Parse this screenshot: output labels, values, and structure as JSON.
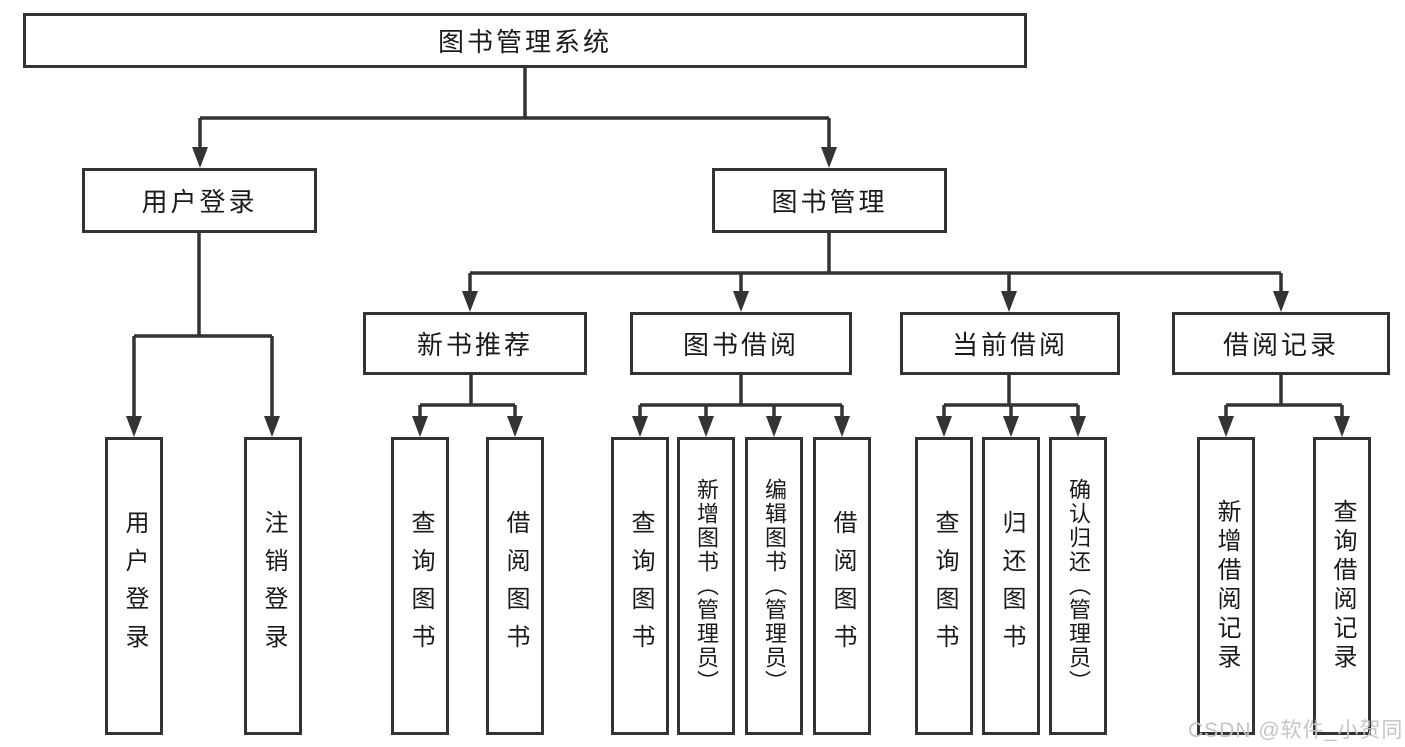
{
  "diagram": {
    "type": "tree",
    "title": "图书管理系统"
  },
  "tree": {
    "label": "图书管理系统",
    "children": [
      {
        "label": "用户登录",
        "children": [
          {
            "label": "用户登录"
          },
          {
            "label": "注销登录"
          }
        ]
      },
      {
        "label": "图书管理",
        "children": [
          {
            "label": "新书推荐",
            "children": [
              {
                "label": "查询图书"
              },
              {
                "label": "借阅图书"
              }
            ]
          },
          {
            "label": "图书借阅",
            "children": [
              {
                "label": "查询图书"
              },
              {
                "label": "新增图书（管理员）"
              },
              {
                "label": "编辑图书（管理员）"
              },
              {
                "label": "借阅图书"
              }
            ]
          },
          {
            "label": "当前借阅",
            "children": [
              {
                "label": "查询图书"
              },
              {
                "label": "归还图书"
              },
              {
                "label": "确认归还（管理员）"
              }
            ]
          },
          {
            "label": "借阅记录",
            "children": [
              {
                "label": "新增借阅记录"
              },
              {
                "label": "查询借阅记录"
              }
            ]
          }
        ]
      }
    ]
  },
  "watermark": {
    "text": "CSDN @软件_小贺同学"
  },
  "colors": {
    "line": "#333333",
    "box_border": "#333333",
    "box_background": "#ffffff",
    "text": "#1a1a1a",
    "watermark": "#c5c5c5",
    "background": "#ffffff"
  }
}
